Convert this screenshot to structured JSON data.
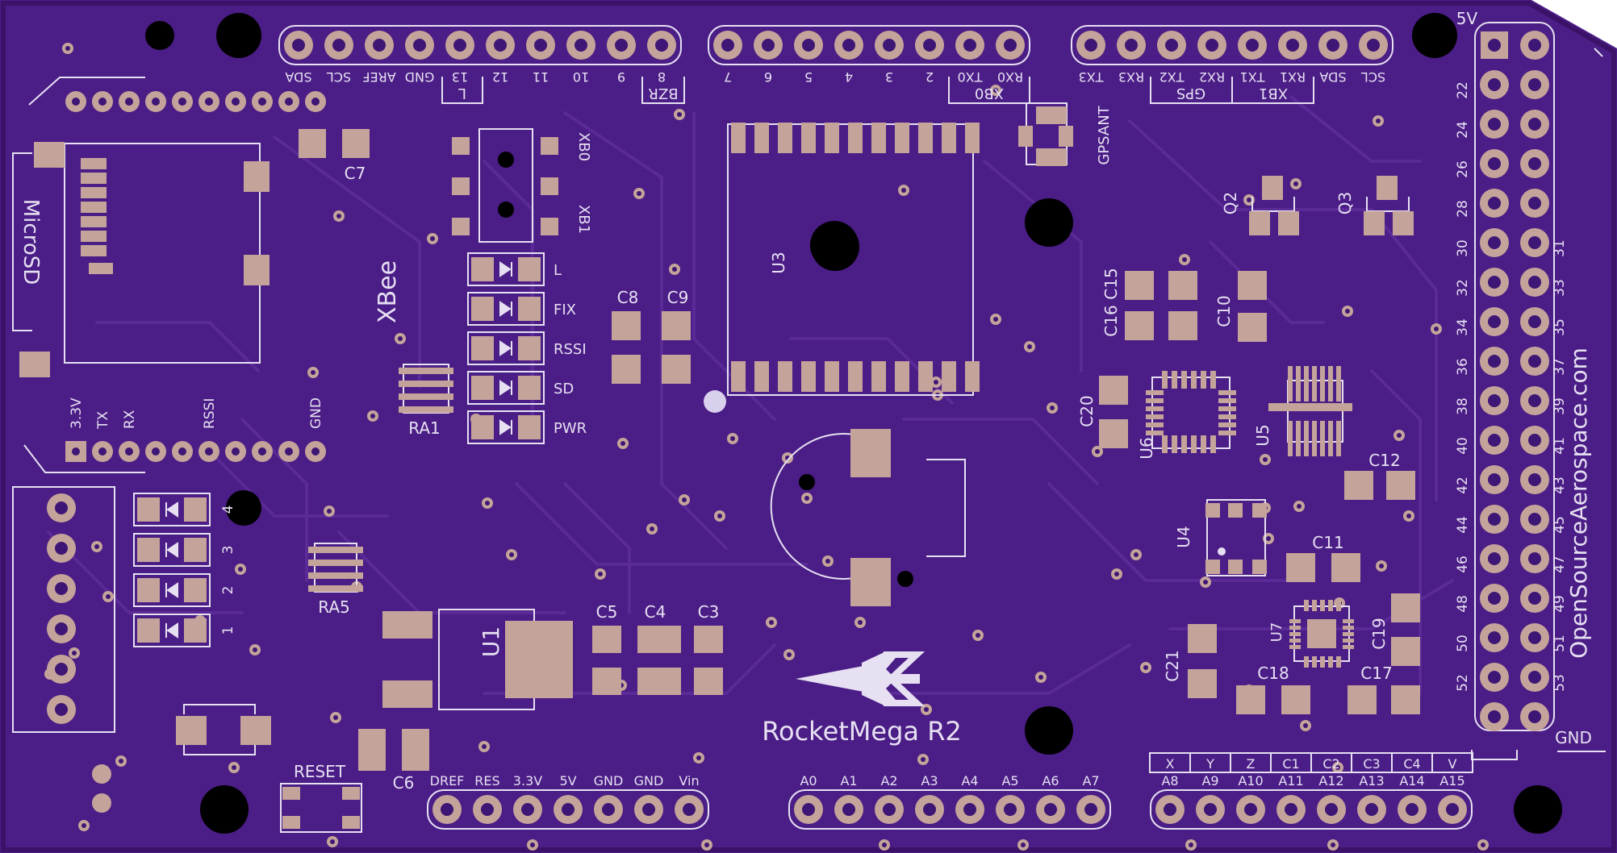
{
  "colors": {
    "board": "#4b1d86",
    "copper": "#3e1675",
    "trace": "#5a2a96",
    "pad": "#c4a49a",
    "silk": "#e6e0f2",
    "hole": "#000000"
  },
  "board": {
    "name": "RocketMega R2",
    "website": "OpenSourceAerospace.com",
    "logo_icon": "rocket-logo-icon"
  },
  "top_header_left": [
    "SDA",
    "SCL",
    "AREF",
    "GND",
    "13",
    "12",
    "11",
    "10",
    "9",
    "8"
  ],
  "top_header_mid": [
    "7",
    "6",
    "5",
    "4",
    "3",
    "2",
    "TX0",
    "RX0"
  ],
  "top_header_right": [
    "TX3",
    "RX3",
    "TX2",
    "RX2",
    "TX1",
    "RX1",
    "SDA",
    "SCL"
  ],
  "group_labels": {
    "l_led": "L",
    "bzr": "BZR",
    "xb0_grp": "XB0",
    "gps": "GPS",
    "xb1_grp": "XB1"
  },
  "power_header": [
    "DREF",
    "RES",
    "3.3V",
    "5V",
    "GND",
    "GND",
    "Vin"
  ],
  "analog_header": [
    "A0",
    "A1",
    "A2",
    "A3",
    "A4",
    "A5",
    "A6",
    "A7"
  ],
  "analog_header2": [
    "A8",
    "A9",
    "A10",
    "A11",
    "A12",
    "A13",
    "A14",
    "A15"
  ],
  "sensor_labels": [
    "X",
    "Y",
    "Z",
    "C1",
    "C2",
    "C3",
    "C4",
    "V"
  ],
  "right_header_left": [
    "22",
    "24",
    "26",
    "28",
    "30",
    "32",
    "34",
    "36",
    "38",
    "40",
    "42",
    "44",
    "46",
    "48",
    "50",
    "52"
  ],
  "right_header_right": [
    "31",
    "33",
    "35",
    "37",
    "39",
    "41",
    "43",
    "45",
    "47",
    "49",
    "51",
    "53"
  ],
  "right_header_top": "5V",
  "right_header_bottom": "GND",
  "xbee": {
    "title": "XBee",
    "pins": [
      "3.3V",
      "TX",
      "RX",
      "RSSI",
      "GND"
    ]
  },
  "microsd": "MicroSD",
  "switch_labels": [
    "XB0",
    "XB1"
  ],
  "led_labels": [
    "L",
    "FIX",
    "RSSI",
    "SD",
    "PWR"
  ],
  "side_led_labels": [
    "4",
    "3",
    "2",
    "1"
  ],
  "designators": {
    "u1": "U1",
    "u3": "U3",
    "u4": "U4",
    "u5": "U5",
    "u6": "U6",
    "u7": "U7",
    "q2": "Q2",
    "q3": "Q3",
    "ra1": "RA1",
    "ra5": "RA5",
    "c3": "C3",
    "c4": "C4",
    "c5": "C5",
    "c6": "C6",
    "c7": "C7",
    "c8": "C8",
    "c9": "C9",
    "c10": "C10",
    "c11": "C11",
    "c12": "C12",
    "c15": "C15",
    "c16": "C16",
    "c17": "C17",
    "c18": "C18",
    "c19": "C19",
    "c20": "C20",
    "c21": "C21",
    "gpsant": "GPSANT",
    "reset": "RESET"
  }
}
